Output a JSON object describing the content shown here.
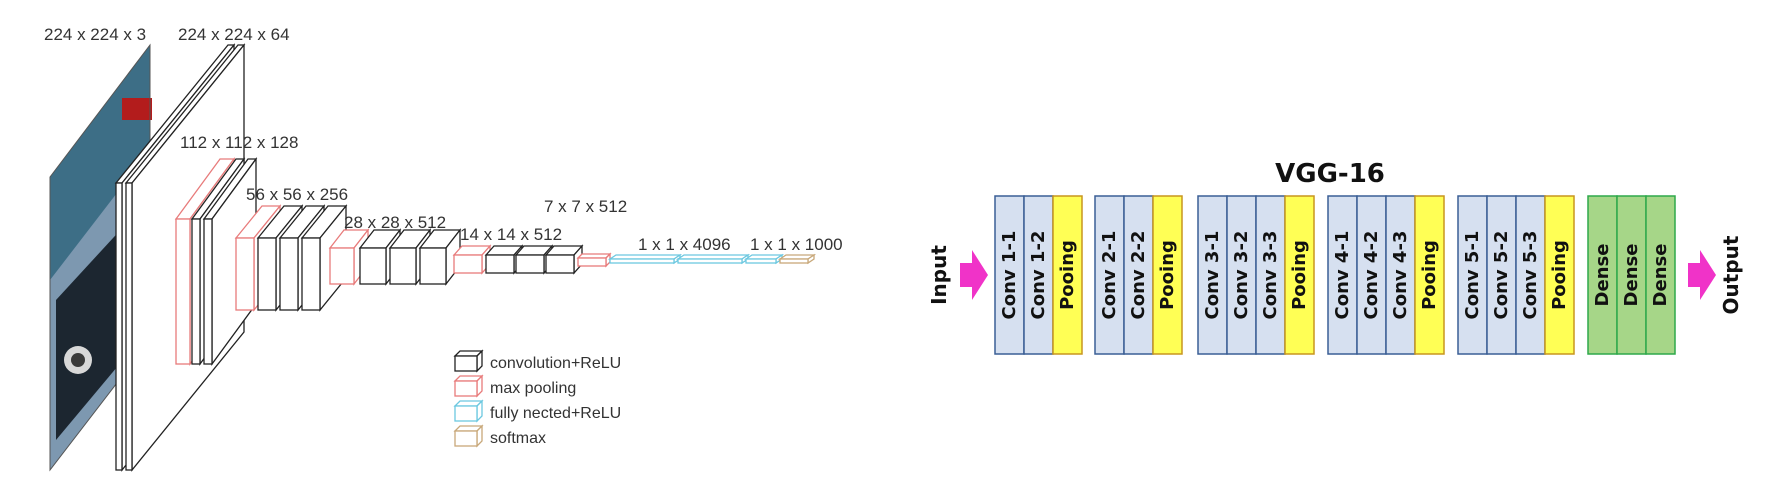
{
  "left": {
    "size_labels": [
      "224 x 224 x 3",
      "224 x 224 x 64",
      "112 x 112 x 128",
      "56 x 56 x 256",
      "28 x 28 x 512",
      "14 x 14 x 512",
      "7 x 7 x 512",
      "1 x 1 x 4096",
      "1 x 1 x 1000"
    ],
    "legend": [
      {
        "label": "convolution+ReLU",
        "color": "#222222"
      },
      {
        "label": "max pooling",
        "color": "#e87b7b"
      },
      {
        "label": "fully nected+ReLU",
        "color": "#6cc8e0"
      },
      {
        "label": "softmax",
        "color": "#c8a87a"
      }
    ]
  },
  "right": {
    "title": "VGG-16",
    "input_label": "Input",
    "output_label": "Output",
    "arrow_color": "#f033c8",
    "colors": {
      "conv_fill": "#d6e0f0",
      "conv_border": "#3a5f95",
      "pool_fill": "#ffff55",
      "pool_border": "#c8961e",
      "dense_fill": "#a6d688",
      "dense_border": "#2ea84a"
    },
    "blocks": [
      {
        "layers": [
          {
            "label": "Conv 1-1",
            "kind": "conv"
          },
          {
            "label": "Conv 1-2",
            "kind": "conv"
          },
          {
            "label": "Pooing",
            "kind": "pool"
          }
        ]
      },
      {
        "layers": [
          {
            "label": "Conv 2-1",
            "kind": "conv"
          },
          {
            "label": "Conv 2-2",
            "kind": "conv"
          },
          {
            "label": "Pooing",
            "kind": "pool"
          }
        ]
      },
      {
        "layers": [
          {
            "label": "Conv 3-1",
            "kind": "conv"
          },
          {
            "label": "Conv 3-2",
            "kind": "conv"
          },
          {
            "label": "Conv 3-3",
            "kind": "conv"
          },
          {
            "label": "Pooing",
            "kind": "pool"
          }
        ]
      },
      {
        "layers": [
          {
            "label": "Conv 4-1",
            "kind": "conv"
          },
          {
            "label": "Conv 4-2",
            "kind": "conv"
          },
          {
            "label": "Conv 4-3",
            "kind": "conv"
          },
          {
            "label": "Pooing",
            "kind": "pool"
          }
        ]
      },
      {
        "layers": [
          {
            "label": "Conv 5-1",
            "kind": "conv"
          },
          {
            "label": "Conv 5-2",
            "kind": "conv"
          },
          {
            "label": "Conv 5-3",
            "kind": "conv"
          },
          {
            "label": "Pooing",
            "kind": "pool"
          }
        ]
      },
      {
        "layers": [
          {
            "label": "Dense",
            "kind": "dense"
          },
          {
            "label": "Dense",
            "kind": "dense"
          },
          {
            "label": "Dense",
            "kind": "dense"
          }
        ]
      }
    ]
  }
}
